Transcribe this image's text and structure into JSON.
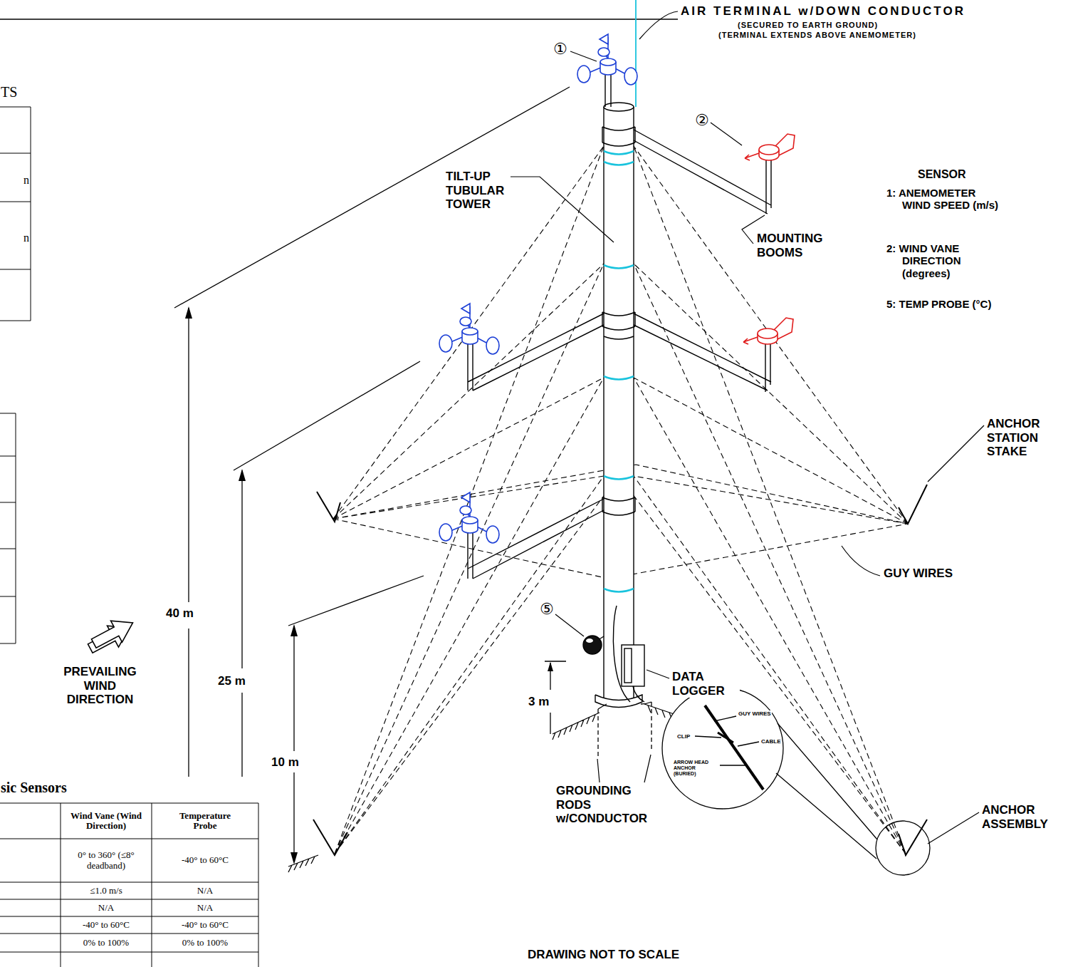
{
  "diagram": {
    "labels": [
      "AIR TERMINAL w/DOWN CONDUCTOR",
      "(SECURED TO EARTH GROUND)",
      "(TERMINAL EXTENDS ABOVE ANEMOMETER)",
      "①",
      "②",
      "TILT-UP TUBULAR TOWER",
      "MOUNTING BOOMS",
      "SENSOR",
      "1: ANEMOMETER WIND SPEED (m/s)",
      "2: WIND VANE DIRECTION (degrees)",
      "5: TEMP PROBE (°C)",
      "ANCHOR STATION STAKE",
      "GUY WIRES",
      "40 m",
      "25 m",
      "10 m",
      "3 m",
      "⑤",
      "DATA LOGGER",
      "PREVAILING WIND DIRECTION",
      "GROUNDING RODS w/CONDUCTOR",
      "ANCHOR ASSEMBLY",
      "DRAWING NOT TO SCALE",
      "GUY WIRES",
      "CLIP",
      "CABLE",
      "ARROW HEAD ANCHOR (BURIED)",
      "TS",
      "n",
      "n",
      "sic Sensors",
      "Wind Vane (Wind Direction)",
      "Temperature Probe",
      "0° to 360° (≤8° deadband)",
      "-40° to 60°C",
      "≤1.0 m/s",
      "N/A",
      "N/A",
      "N/A",
      "-40° to 60°C",
      "-40° to 60°C",
      "0% to 100%",
      "0% to 100%"
    ]
  }
}
